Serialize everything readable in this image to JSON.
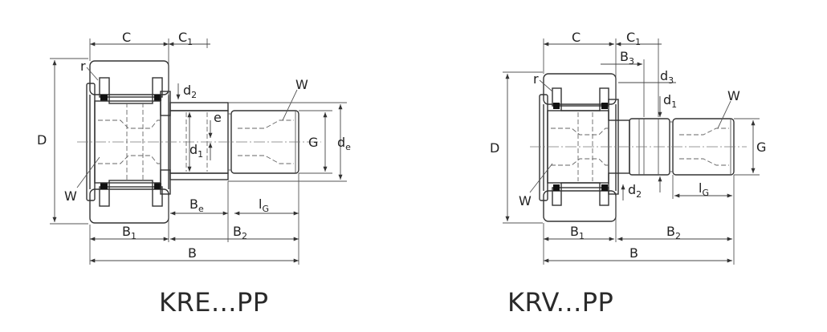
{
  "left_diagram": {
    "caption": "KRE...PP",
    "labels": {
      "C": "C",
      "C1": "C",
      "C1_sub": "1",
      "r": "r",
      "D": "D",
      "W_left": "W",
      "W_right": "W",
      "d2": "d",
      "d2_sub": "2",
      "e": "e",
      "d1": "d",
      "d1_sub": "1",
      "G": "G",
      "de": "d",
      "de_sub": "e",
      "Be": "B",
      "Be_sub": "e",
      "lG": "l",
      "lG_sub": "G",
      "B1": "B",
      "B1_sub": "1",
      "B2": "B",
      "B2_sub": "2",
      "B": "B"
    }
  },
  "right_diagram": {
    "caption": "KRV...PP",
    "labels": {
      "C": "C",
      "C1": "C",
      "C1_sub": "1",
      "B3": "B",
      "B3_sub": "3",
      "r": "r",
      "D": "D",
      "W_left": "W",
      "W_right": "W",
      "d3": "d",
      "d3_sub": "3",
      "d1": "d",
      "d1_sub": "1",
      "d2": "d",
      "d2_sub": "2",
      "G": "G",
      "lG": "l",
      "lG_sub": "G",
      "B1": "B",
      "B1_sub": "1",
      "B2": "B",
      "B2_sub": "2",
      "B": "B"
    }
  }
}
